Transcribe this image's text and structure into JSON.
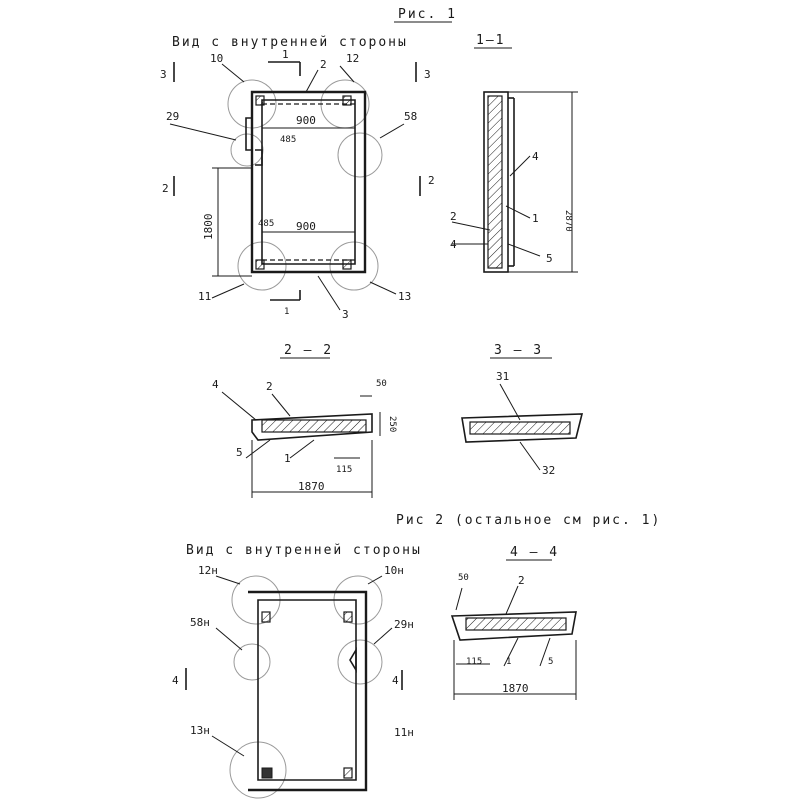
{
  "fig1": {
    "title": "Рис. 1",
    "view_caption": "Вид с внутренней стороны",
    "section_titles": {
      "s11": "1—1",
      "s22": "2 — 2",
      "s33": "3 — 3"
    },
    "callouts": {
      "c10": "10",
      "c12": "12",
      "c29": "29",
      "c58": "58",
      "c11": "11",
      "c13": "13",
      "c3": "3",
      "c2": "2"
    },
    "cut_marks": {
      "top1": "1",
      "top3l": "3",
      "top3r": "3",
      "mid2l": "2",
      "mid2r": "2",
      "bot1": "1"
    },
    "dims": {
      "w900a": "900",
      "w485a": "485",
      "h1800": "1800",
      "w485b": "485",
      "w900b": "900"
    },
    "s11_labels": {
      "p4top": "4",
      "p2": "2",
      "p1": "1",
      "p4bot": "4",
      "p5": "5",
      "h2870": "2870"
    },
    "s22_labels": {
      "p4": "4",
      "p2": "2",
      "d50": "50",
      "p5": "5",
      "p1": "1",
      "d250": "250",
      "d115": "115",
      "w1870": "1870"
    },
    "s33_labels": {
      "p31": "31",
      "p32": "32"
    }
  },
  "fig2": {
    "title": "Рис 2 (остальное см рис. 1)",
    "view_caption": "Вид с внутренней стороны",
    "section_title": "4 — 4",
    "callouts": {
      "c12h": "12н",
      "c10h": "10н",
      "c58h": "58н",
      "c29h": "29н",
      "c13h": "13н",
      "c11h": "11н"
    },
    "cut_marks": {
      "left4": "4",
      "right4": "4"
    },
    "s44_labels": {
      "d50": "50",
      "p2": "2",
      "d115": "115",
      "p1": "1",
      "p5": "5",
      "w1870": "1870"
    }
  }
}
